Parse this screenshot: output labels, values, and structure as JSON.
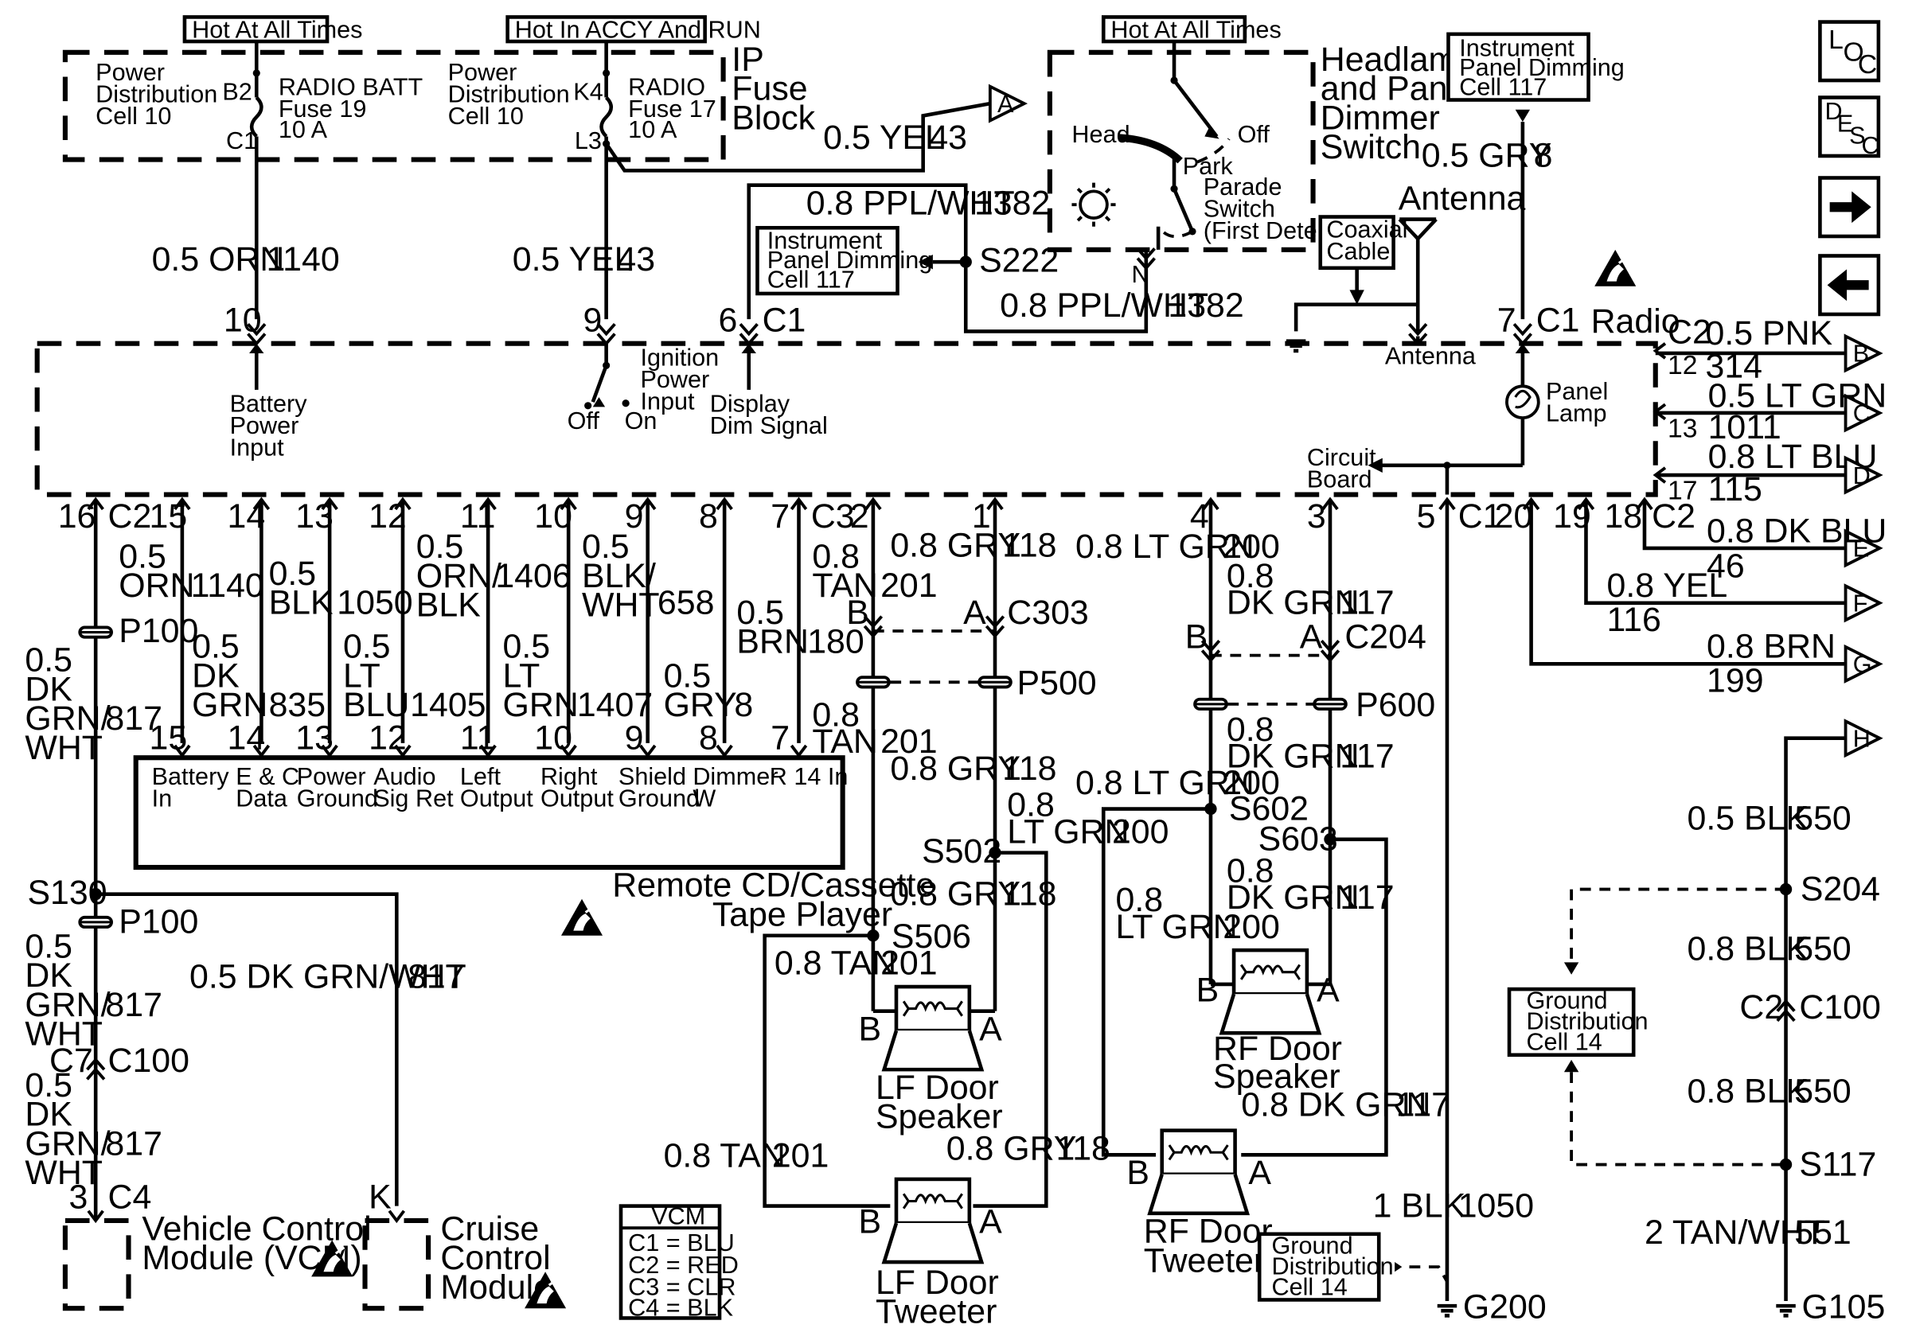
{
  "notes": {
    "hot_all_times_1": "Hot At All Times",
    "hot_accy_run": "Hot In ACCY And RUN",
    "hot_all_times_2": "Hot At All Times"
  },
  "fuse_block": {
    "label": [
      "IP",
      "Fuse",
      "Block"
    ],
    "fuse19": {
      "pd": [
        "Power",
        "Distribution",
        "Cell 10"
      ],
      "pin_in": "B2",
      "pin_out": "C1",
      "name": [
        "RADIO BATT",
        "Fuse 19",
        "10 A"
      ]
    },
    "fuse17": {
      "pd": [
        "Power",
        "Distribution",
        "Cell 10"
      ],
      "pin_in": "K4",
      "pin_out": "L3",
      "name": [
        "RADIO",
        "Fuse 17",
        "10 A"
      ]
    }
  },
  "headlamp_switch": {
    "label": [
      "Headlamp",
      "and Panel",
      "Dimmer",
      "Switch"
    ],
    "head": "Head",
    "off": "Off",
    "park": "Park",
    "parade": [
      "Parade",
      "Switch",
      "(First Detent)"
    ],
    "pin": "N"
  },
  "refs": {
    "ipd_cell_117_top": [
      "Instrument",
      "Panel Dimming",
      "Cell 117"
    ],
    "ipd_cell_117_left": [
      "Instrument",
      "Panel Dimming",
      "Cell 117"
    ],
    "coax": [
      "Coaxial",
      "Cable"
    ],
    "antenna_top": "Antenna",
    "ground_dist_1": [
      "Ground",
      "Distribution",
      "Cell 14"
    ],
    "ground_dist_2": [
      "Ground",
      "Distribution",
      "Cell 14"
    ]
  },
  "legend_icons": {
    "loc": "LOC",
    "desc": "DESC"
  },
  "wires": {
    "w1140": {
      "size": "0.5 ORN",
      "circuit": "1140"
    },
    "w43a": {
      "size": "0.5 YEL",
      "circuit": "43"
    },
    "w43b": {
      "size": "0.5 YEL",
      "circuit": "43"
    },
    "w1382a": {
      "size": "0.8 PPL/WHT",
      "circuit": "1382"
    },
    "w1382b": {
      "size": "0.8 PPL/WHT",
      "circuit": "1382"
    },
    "w8": {
      "size": "0.5 GRY",
      "circuit": "8"
    },
    "w314": {
      "size": "0.5 PNK",
      "circuit": "314"
    },
    "w1011": {
      "size": "0.5 LT GRN",
      "circuit": "1011"
    },
    "w115": {
      "size": "0.8 LT BLU",
      "circuit": "115"
    },
    "w46": {
      "size": "0.8 DK BLU",
      "circuit": "46"
    },
    "w116": {
      "size": "0.8 YEL",
      "circuit": "116"
    },
    "w199": {
      "size": "0.8 BRN",
      "circuit": "199"
    },
    "w550a": {
      "size": "0.5 BLK",
      "circuit": "550"
    },
    "w550b": {
      "size": "0.8 BLK",
      "circuit": "550"
    },
    "w550c": {
      "size": "0.8 BLK",
      "circuit": "550"
    },
    "w551": {
      "size": "2 TAN/WHT",
      "circuit": "551"
    },
    "w1050blk": {
      "size": "1 BLK",
      "circuit": "1050"
    },
    "w817h": {
      "size": "0.5 DK GRN/WHT",
      "circuit": "817"
    }
  },
  "radio": {
    "label": "Radio",
    "c1": "C1",
    "c2": "C2",
    "battery_input": [
      "Battery",
      "Power",
      "Input"
    ],
    "ign_input": [
      "Ignition",
      "Power",
      "Input"
    ],
    "ign_off": "Off",
    "ign_on": "On",
    "display_dim": [
      "Display",
      "Dim Signal"
    ],
    "antenna": "Antenna",
    "panel_lamp": [
      "Panel",
      "Lamp"
    ],
    "circuit_board": [
      "Circuit",
      "Board"
    ]
  },
  "pins": {
    "p10": "10",
    "p9": "9",
    "p6": "6",
    "p7": "7",
    "p12": "12",
    "p13": "13",
    "p17": "17",
    "b16": "16",
    "bC2": "C2",
    "b15": "15",
    "b14": "14",
    "b13": "13",
    "b12": "12",
    "b11": "11",
    "b10": "10",
    "b9": "9",
    "b8": "8",
    "b7": "7",
    "bC3": "C3",
    "b2": "2",
    "b1": "1",
    "b4": "4",
    "b3": "3",
    "b5": "5",
    "bC1": "C1",
    "b20": "20",
    "b19": "19",
    "b18": "18",
    "bC2r": "C2"
  },
  "bus": {
    "ch15": {
      "size": [
        "0.5",
        "ORN"
      ],
      "circuit": "1140"
    },
    "ch13": {
      "size": [
        "0.5",
        "BLK"
      ],
      "circuit": "1050"
    },
    "ch11": {
      "size": [
        "0.5",
        "ORN/",
        "BLK"
      ],
      "circuit": "1406"
    },
    "ch9": {
      "size": [
        "0.5",
        "BLK/",
        "WHT"
      ],
      "circuit": "658"
    },
    "ch14": {
      "size": [
        "0.5",
        "DK",
        "GRN"
      ],
      "circuit": "835"
    },
    "ch12": {
      "size": [
        "0.5",
        "LT",
        "BLU"
      ],
      "circuit": "1405"
    },
    "ch10": {
      "size": [
        "0.5",
        "LT",
        "GRN"
      ],
      "circuit": "1407"
    },
    "ch8": {
      "size": [
        "0.5",
        "GRY"
      ],
      "circuit": "8"
    },
    "ch7": {
      "size": [
        "0.5",
        "BRN"
      ],
      "circuit": "180"
    }
  },
  "lower_pins": [
    "15",
    "14",
    "13",
    "12",
    "11",
    "10",
    "9",
    "8",
    "7"
  ],
  "cd_player": {
    "terms": [
      [
        "Battery",
        "In"
      ],
      [
        "E & C",
        "Data"
      ],
      [
        "Power",
        "Ground"
      ],
      [
        "Audio",
        "Sig Ret"
      ],
      [
        "Left",
        "Output"
      ],
      [
        "Right",
        "Output"
      ],
      [
        "Shield",
        "Ground"
      ],
      [
        "Dimmer",
        "W"
      ],
      [
        "R 14 In"
      ]
    ],
    "name": [
      "Remote CD/Cassette",
      "Tape Player"
    ]
  },
  "left_chain": {
    "size1": [
      "0.5",
      "DK",
      "GRN/",
      "WHT"
    ],
    "c1": "817",
    "p100a": "P100",
    "s130": "S130",
    "p100b": "P100",
    "size2": [
      "0.5",
      "DK",
      "GRN/",
      "WHT"
    ],
    "c2": "817",
    "c7": "C7",
    "c100": "C100",
    "size3": [
      "0.5",
      "DK",
      "GRN/",
      "WHT"
    ],
    "c3": "817",
    "pin3": "3",
    "c4": "C4",
    "pinK": "K"
  },
  "vcm": {
    "label": [
      "Vehicle Control",
      "Module (VCM)"
    ]
  },
  "ccm": {
    "label": [
      "Cruise",
      "Control",
      "Module"
    ]
  },
  "vcm_legend": {
    "title": "VCM",
    "rows": [
      "C1 = BLU",
      "C2 = RED",
      "C3 = CLR",
      "C4 = BLK"
    ]
  },
  "left_speakers": {
    "w201": {
      "size": [
        "0.8",
        "TAN"
      ],
      "circuit": "201"
    },
    "w118": {
      "size": "0.8 GRY",
      "circuit": "118"
    },
    "pinB": "B",
    "pinA": "A",
    "c303": "C303",
    "p500": "P500",
    "w201b": {
      "size": [
        "0.8",
        "TAN"
      ],
      "circuit": "201"
    },
    "w118b": {
      "size": "0.8 GRY",
      "circuit": "118"
    },
    "wltgrn": {
      "size": [
        "0.8",
        "LT GRN"
      ],
      "circuit": "200"
    },
    "s502": "S502",
    "s506": "S506",
    "w118c": {
      "size": "0.8 GRY",
      "circuit": "118"
    },
    "w201c": {
      "size": "0.8 TAN",
      "circuit": "201"
    },
    "lf_speaker": [
      "LF Door",
      "Speaker"
    ],
    "w201d": {
      "size": "0.8 TAN",
      "circuit": "201"
    },
    "w118d": {
      "size": "0.8 GRY",
      "circuit": "118"
    },
    "lf_tweeter": [
      "LF Door",
      "Tweeter"
    ]
  },
  "right_speakers": {
    "w200": {
      "size": "0.8 LT GRN",
      "circuit": "200"
    },
    "w117": {
      "size": [
        "0.8",
        "DK GRN"
      ],
      "circuit": "117"
    },
    "c204": "C204",
    "p600": "P600",
    "w117b": {
      "size": [
        "0.8",
        "DK GRN"
      ],
      "circuit": "117"
    },
    "w200b": {
      "size": "0.8 LT GRN",
      "circuit": "200"
    },
    "s602": "S602",
    "s603": "S603",
    "w117c": {
      "size": [
        "0.8",
        "DK GRN"
      ],
      "circuit": "117"
    },
    "w200c": {
      "size": [
        "0.8",
        "LT GRN"
      ],
      "circuit": "200"
    },
    "rf_speaker": [
      "RF Door",
      "Speaker"
    ],
    "w117d": {
      "size": "0.8 DK GRN",
      "circuit": "117"
    },
    "rf_tweeter": [
      "RF Door",
      "Tweeter"
    ]
  },
  "grounds": {
    "s204": "S204",
    "c2": "C2",
    "c100": "C100",
    "s117": "S117",
    "g105": "G105",
    "g200": "G200"
  },
  "offpage": [
    "A",
    "B",
    "C",
    "D",
    "E",
    "F",
    "G",
    "H"
  ]
}
